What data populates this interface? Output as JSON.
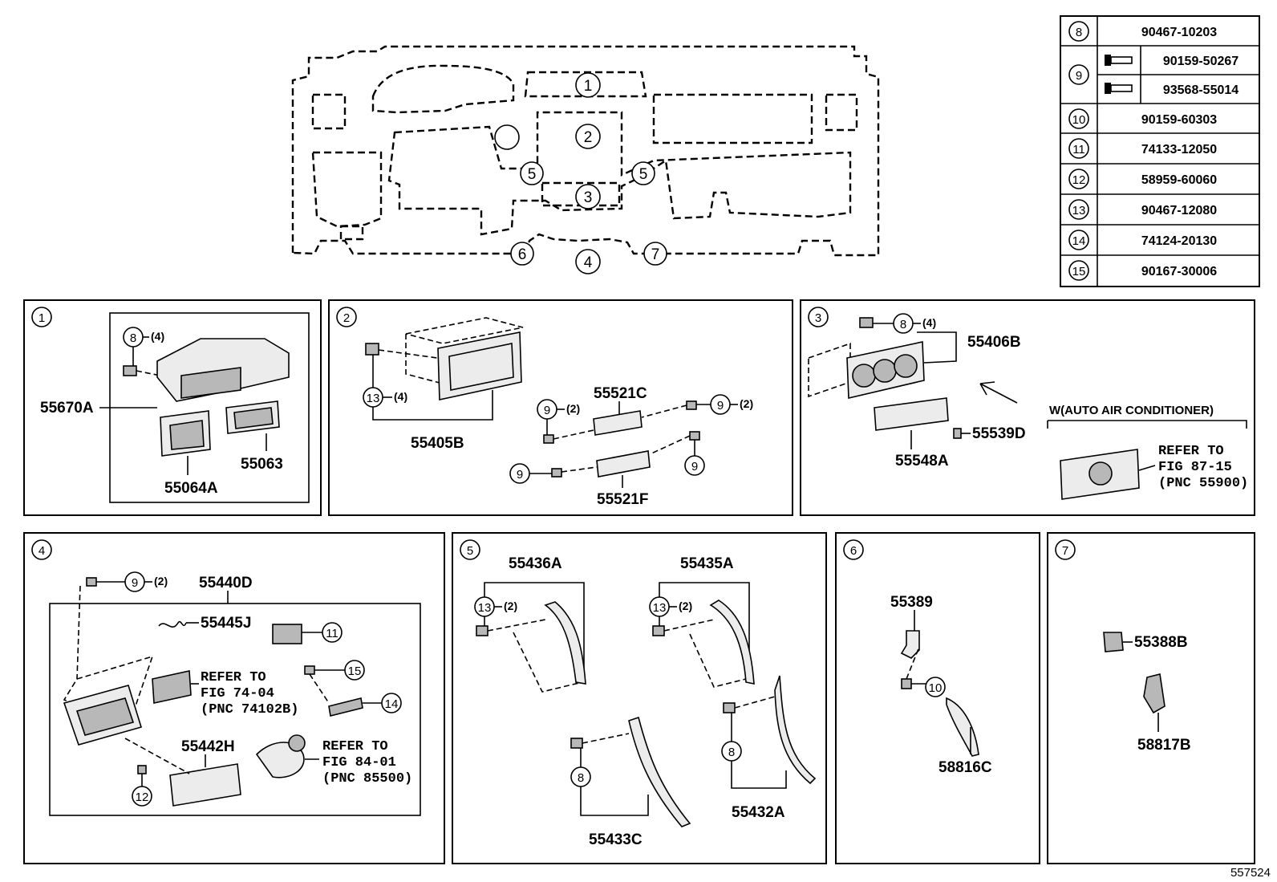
{
  "diagram_id": "557524",
  "overview": {
    "callouts": [
      "1",
      "2",
      "3",
      "4",
      "5",
      "5",
      "6",
      "7"
    ]
  },
  "fastener_table": {
    "rows": [
      {
        "key": "8",
        "parts": [
          "90467-10203"
        ]
      },
      {
        "key": "9",
        "parts": [
          "90159-50267",
          "93568-55014"
        ]
      },
      {
        "key": "10",
        "parts": [
          "90159-60303"
        ]
      },
      {
        "key": "11",
        "parts": [
          "74133-12050"
        ]
      },
      {
        "key": "12",
        "parts": [
          "58959-60060"
        ]
      },
      {
        "key": "13",
        "parts": [
          "90467-12080"
        ]
      },
      {
        "key": "14",
        "parts": [
          "74124-20130"
        ]
      },
      {
        "key": "15",
        "parts": [
          "90167-30006"
        ]
      }
    ]
  },
  "panel1": {
    "key": "1",
    "qty": "(4)",
    "labels": {
      "a": "55670A",
      "b": "55063",
      "c": "55064A"
    },
    "fastener": "8"
  },
  "panel2": {
    "key": "2",
    "qty13": "(4)",
    "qty9a": "(2)",
    "qty9b": "(2)",
    "labels": {
      "a": "55405B",
      "b": "55521C",
      "c": "55521F"
    },
    "f13": "13",
    "f9": "9"
  },
  "panel3": {
    "key": "3",
    "qty": "(4)",
    "labels": {
      "a": "55406B",
      "b": "55539D",
      "c": "55548A"
    },
    "f8": "8",
    "variant": "W(AUTO AIR CONDITIONER)",
    "refer": [
      "REFER TO",
      "FIG 87-15",
      "(PNC 55900)"
    ]
  },
  "panel4": {
    "key": "4",
    "qty": "(2)",
    "labels": {
      "a": "55440D",
      "b": "55445J",
      "c": "55442H"
    },
    "f9": "9",
    "f11": "11",
    "f12": "12",
    "f14": "14",
    "f15": "15",
    "refer1": [
      "REFER TO",
      "FIG 74-04",
      "(PNC 74102B)"
    ],
    "refer2": [
      "REFER TO",
      "FIG 84-01",
      "(PNC 85500)"
    ]
  },
  "panel5": {
    "key": "5",
    "qty_a": "(2)",
    "qty_b": "(2)",
    "labels": {
      "a": "55436A",
      "b": "55435A",
      "c": "55433C",
      "d": "55432A"
    },
    "f13": "13",
    "f8": "8"
  },
  "panel6": {
    "key": "6",
    "labels": {
      "a": "55389",
      "b": "58816C"
    },
    "f10": "10"
  },
  "panel7": {
    "key": "7",
    "labels": {
      "a": "55388B",
      "b": "58817B"
    }
  }
}
